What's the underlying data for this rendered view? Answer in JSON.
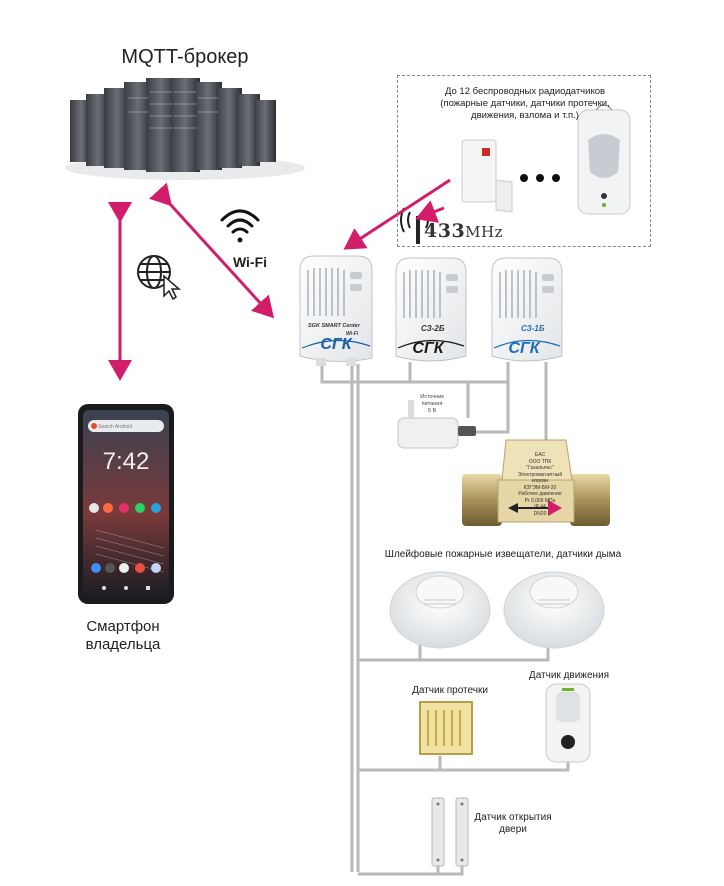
{
  "title": "MQTT-брокер",
  "wireless": {
    "text_lines": [
      "До 12 беспроводных радиодатчиков",
      "(пожарные датчики, датчики протечки,",
      "движения, взлома и т.п.)"
    ],
    "frequency": "433",
    "frequency_unit": "MHz"
  },
  "wifi_label": "Wi-Fi",
  "phone": {
    "caption_lines": [
      "Смартфон",
      "владельца"
    ],
    "clock": "7:42",
    "search_text": "Search Android"
  },
  "controllers": [
    {
      "model": "SGK SMART Center",
      "badge": "Wi-Fi",
      "brand": "СГК"
    },
    {
      "model": "СЗ-2Б",
      "brand": "СГК"
    },
    {
      "model": "СЗ-1Б",
      "brand": "СГК"
    }
  ],
  "power_caption_lines": [
    "Источник",
    "питания",
    "5 В"
  ],
  "valve_text_lines": [
    "ЕАС",
    "ООО ТПК",
    "\"Газальянс\"",
    "Электромагнитный клапан",
    "КЗГЭМ-БМ-20",
    "Рабочее давление",
    "Pr 0,005 МПа",
    "IP 44",
    "DN20"
  ],
  "smoke_caption": "Шлейфовые пожарные извещатели, датчики дыма",
  "leak_caption": "Датчик протечки",
  "motion_caption": "Датчик движения",
  "door_caption_lines": [
    "Датчик открытия",
    "двери"
  ],
  "colors": {
    "arrow": "#d21d6a",
    "wire": "#b9b9b9",
    "brand_blue": "#1c5fa8",
    "dashed_border": "#888888"
  },
  "icons": [
    "server-rack-icon",
    "globe-cursor-icon",
    "wifi-icon",
    "antenna-icon",
    "smartphone-icon",
    "power-adapter-icon",
    "solenoid-valve-icon",
    "smoke-detector-icon",
    "leak-sensor-icon",
    "motion-sensor-icon",
    "door-sensor-icon"
  ]
}
